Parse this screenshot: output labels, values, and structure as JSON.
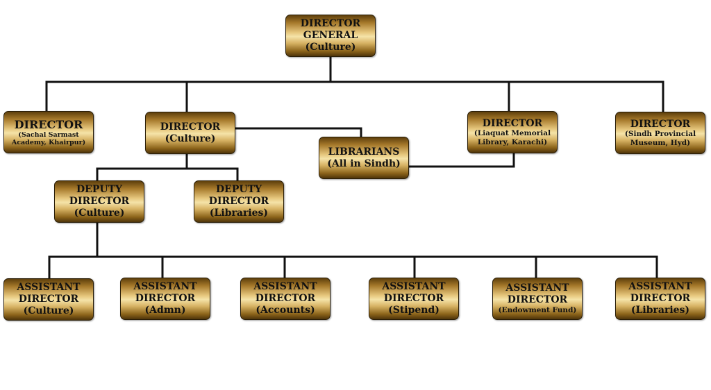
{
  "nodes": {
    "director_general": [
      "DIRECTOR",
      "GENERAL",
      "(Culture)"
    ],
    "director_sachal": [
      "DIRECTOR",
      "(Sachal Sarmast",
      "Academy, Khairpur)"
    ],
    "director_culture": [
      "DIRECTOR",
      "(Culture)"
    ],
    "librarians": [
      "LIBRARIANS",
      "(All in Sindh)"
    ],
    "director_liaquat": [
      "DIRECTOR",
      "(Liaquat Memorial",
      "Library, Karachi)"
    ],
    "director_museum": [
      "DIRECTOR",
      "(Sindh Provincial",
      "Museum, Hyd)"
    ],
    "deputy_culture": [
      "DEPUTY",
      "DIRECTOR",
      "(Culture)"
    ],
    "deputy_libraries": [
      "DEPUTY",
      "DIRECTOR",
      "(Libraries)"
    ],
    "ad_culture": [
      "ASSISTANT",
      "DIRECTOR",
      "(Culture)"
    ],
    "ad_admn": [
      "ASSISTANT",
      "DIRECTOR",
      "(Admn)"
    ],
    "ad_accounts": [
      "ASSISTANT",
      "DIRECTOR",
      "(Accounts)"
    ],
    "ad_stipend": [
      "ASSISTANT",
      "DIRECTOR",
      "(Stipend)"
    ],
    "ad_endowment": [
      "ASSISTANT",
      "DIRECTOR",
      "(Endowment Fund)"
    ],
    "ad_libraries": [
      "ASSISTANT",
      "DIRECTOR",
      "(Libraries)"
    ]
  },
  "colors": {
    "line": "#111111",
    "box_light": "#f5e3a8",
    "box_dark": "#5e3f0c"
  }
}
